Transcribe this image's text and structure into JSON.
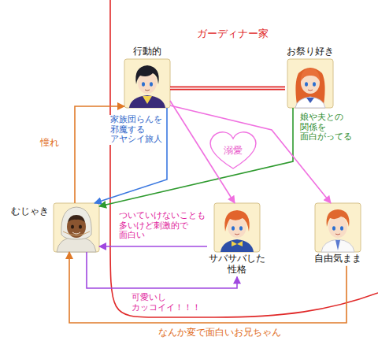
{
  "diagram": {
    "title": "ガーディナー家",
    "nodes": [
      {
        "text": [
          "行動的"
        ]
      },
      {
        "text": [
          "お祭り好き"
        ]
      },
      {
        "text": [
          "むじゃき"
        ]
      },
      {
        "text": [
          "サバサバした 性格"
        ]
      },
      {
        "text": [
          "自由気まま"
        ]
      }
    ],
    "edges": [
      {
        "from": 0,
        "to": 1,
        "arrow": "none"
      },
      {
        "from": 0,
        "to": 2,
        "label": "家族団らんを 邪魔する アヤシイ旅人",
        "arrow": "to"
      },
      {
        "from": 1,
        "to": 2,
        "label": "娘や夫との 関係を 面白がってる",
        "arrow": "to"
      },
      {
        "from": 0,
        "to": 3,
        "label": "溺愛",
        "arrow": "to"
      },
      {
        "from": 0,
        "to": 4,
        "arrow": "to"
      },
      {
        "from": 3,
        "to": 2,
        "label": "ついていけないことも 多いけど刺激的で 面白い",
        "arrow": "to"
      },
      {
        "from": 2,
        "to": 3,
        "label": "可愛いし カッコイイ！！！",
        "arrow": "to"
      },
      {
        "from": 4,
        "to": 2,
        "label": "なんか変で面白いお兄ちゃん",
        "arrow": "to"
      },
      {
        "from": 2,
        "to": 0,
        "label": "憧れ",
        "arrow": "to"
      }
    ]
  }
}
